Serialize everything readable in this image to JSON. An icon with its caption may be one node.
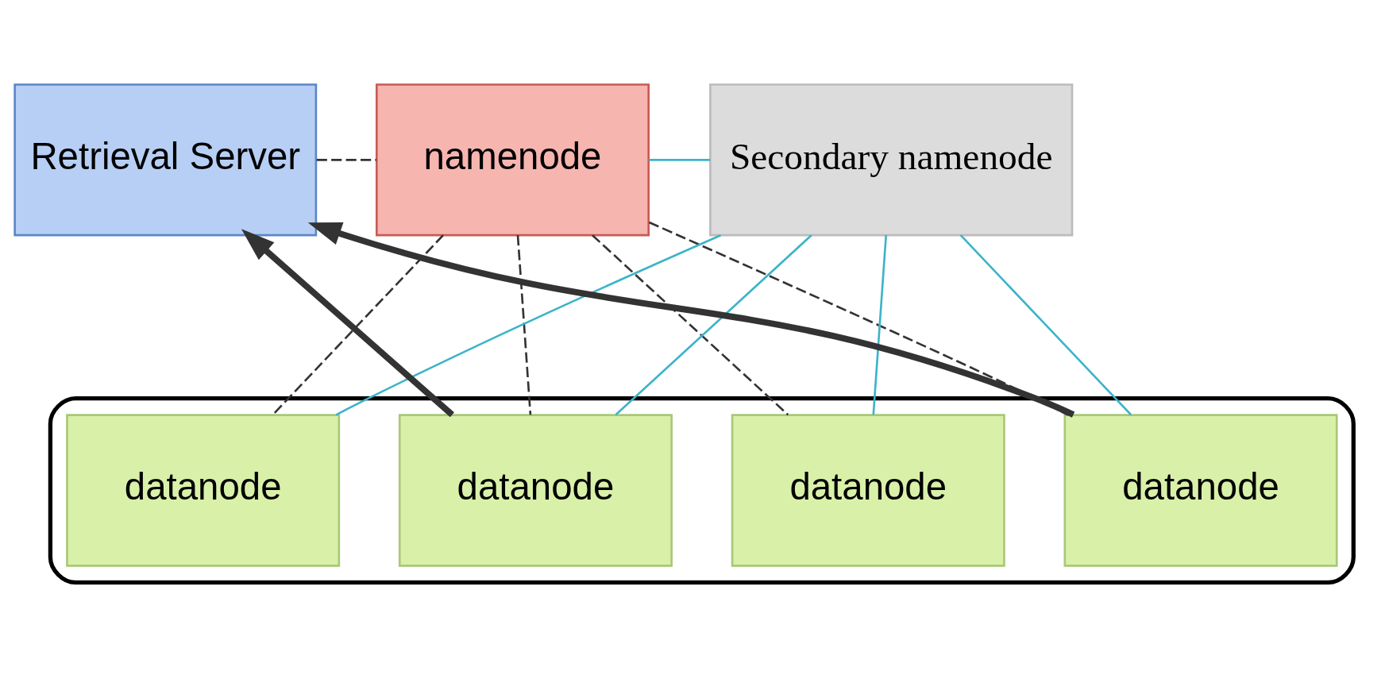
{
  "diagram": {
    "nodes": [
      {
        "text": [
          "Retrieval Server"
        ]
      },
      {
        "text": [
          "namenode"
        ]
      },
      {
        "text": [
          "Secondary namenode"
        ]
      },
      {
        "text": [],
        "shape": "box"
      },
      {
        "text": [
          "datanode"
        ],
        "in": 3
      },
      {
        "text": [
          "datanode"
        ],
        "in": 3
      },
      {
        "text": [
          "datanode"
        ],
        "in": 3
      },
      {
        "text": [
          "datanode"
        ],
        "in": 3
      }
    ],
    "edges": [
      {
        "from": 0,
        "to": 1,
        "arrow": "none",
        "style": "dashed"
      },
      {
        "from": 1,
        "to": 2,
        "arrow": "none",
        "color": "#3cb4c8"
      },
      {
        "from": 4,
        "to": 0,
        "arrow": "to",
        "style": "thick"
      },
      {
        "from": 6,
        "to": 0,
        "arrow": "to",
        "style": "thick"
      },
      {
        "from": 1,
        "to": 4,
        "arrow": "none",
        "style": "dashed"
      },
      {
        "from": 1,
        "to": 5,
        "arrow": "none",
        "style": "dashed"
      },
      {
        "from": 1,
        "to": 6,
        "arrow": "none",
        "style": "dashed"
      },
      {
        "from": 1,
        "to": 7,
        "arrow": "none",
        "style": "dashed"
      },
      {
        "from": 2,
        "to": 4,
        "arrow": "none",
        "color": "#3cb4c8"
      },
      {
        "from": 2,
        "to": 5,
        "arrow": "none",
        "color": "#3cb4c8"
      },
      {
        "from": 2,
        "to": 6,
        "arrow": "none",
        "color": "#3cb4c8"
      },
      {
        "from": 2,
        "to": 7,
        "arrow": "none",
        "color": "#3cb4c8"
      }
    ]
  }
}
